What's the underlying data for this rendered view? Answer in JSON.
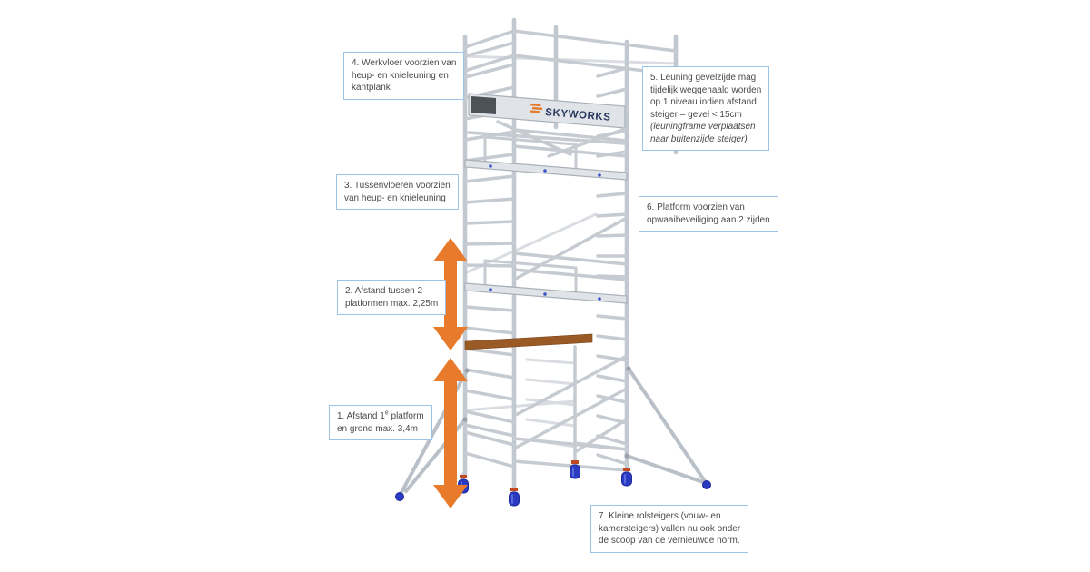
{
  "diagram": {
    "brand": "SKYWORKS",
    "colors": {
      "arrow": "#E87B2B",
      "label_border": "#9DC3E6",
      "label_text": "#4A4A4A",
      "brand_text": "#26355C",
      "brand_logo": "#E87B2B",
      "tube_gray": "#C6CBD2",
      "caster_blue": "#2A3AC1",
      "caster_dark": "#1D2A9A",
      "collar_red": "#C0491F",
      "wood_brown": "#9A5A26"
    },
    "labels": {
      "l1": {
        "line1_prefix": "1. Afstand 1",
        "line1_sup": "e",
        "line1_suffix": " platform",
        "line2": "en grond max. 3,4m"
      },
      "l2": {
        "lines": [
          "2. Afstand tussen 2",
          "platformen max. 2,25m"
        ]
      },
      "l3": {
        "lines": [
          "3. Tussenvloeren voorzien",
          "van heup- en knieleuning"
        ]
      },
      "l4": {
        "lines": [
          "4. Werkvloer voorzien van",
          "heup- en knieleuning en",
          "kantplank"
        ]
      },
      "l5": {
        "lines": [
          "5. Leuning gevelzijde mag",
          "tijdelijk weggehaald worden",
          "op 1 niveau indien afstand",
          "steiger – gevel < 15cm"
        ],
        "italic_lines": [
          "(leuningframe verplaatsen",
          "naar buitenzijde steiger)"
        ]
      },
      "l6": {
        "lines": [
          "6. Platform voorzien van",
          "opwaaibeveiliging aan 2 zijden"
        ]
      },
      "l7": {
        "lines": [
          "7. Kleine rolsteigers (vouw- en",
          "kamersteigers) vallen nu ook onder",
          "de scoop van de vernieuwde norm."
        ]
      }
    }
  }
}
